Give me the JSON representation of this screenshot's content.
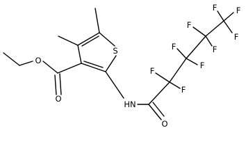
{
  "molecule": {
    "atom_labels": {
      "S1": "S",
      "O_ester_carbonyl": "O",
      "O_ester_single": "O",
      "NH": "HN",
      "O_amide": "O",
      "F_a1": "F",
      "F_a2": "F",
      "F_b1": "F",
      "F_b2": "F",
      "F_c1": "F",
      "F_c2": "F",
      "F_d1": "F",
      "F_d2": "F",
      "F_d3": "F"
    }
  }
}
